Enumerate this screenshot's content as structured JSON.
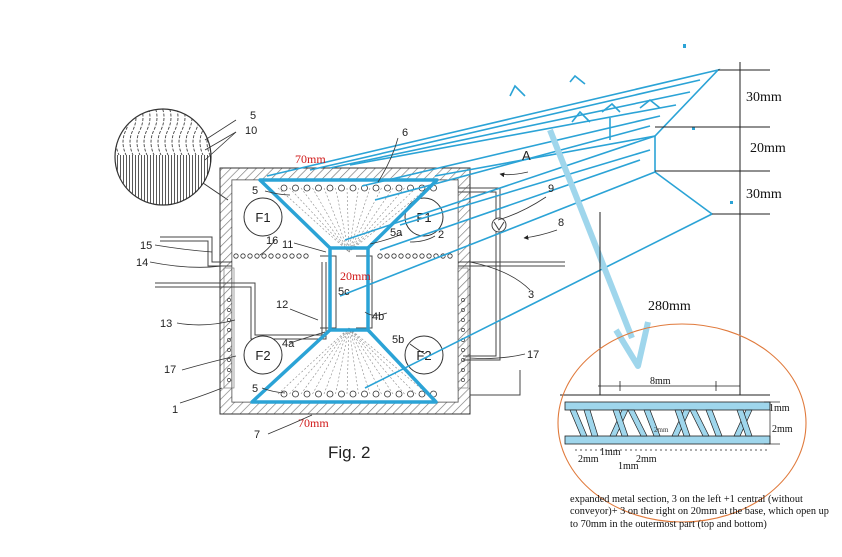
{
  "figure": {
    "caption": "Fig. 2",
    "chamber_labels": [
      "F1",
      "F1",
      "F2",
      "F2"
    ],
    "section_letter": "A",
    "reference_numbers": [
      "5",
      "10",
      "6",
      "9",
      "5",
      "2",
      "5a",
      "16",
      "15",
      "14",
      "11",
      "3",
      "12",
      "5c",
      "13",
      "4b",
      "4a",
      "5b",
      "17",
      "17",
      "5",
      "1",
      "7",
      "8"
    ]
  },
  "overlay_dimensions": {
    "top_opening": "70mm",
    "center_gap": "20mm",
    "bottom_opening": "70mm",
    "right_stack": [
      "30mm",
      "20mm",
      "30mm"
    ],
    "length": "280mm"
  },
  "section_detail": {
    "width": "8mm",
    "dims": [
      "1mm",
      "2mm",
      "2mm",
      "1mm",
      "2mm",
      "2mm",
      "1mm"
    ]
  },
  "note": "expanded metal section, 3 on the left +1 central (without conveyor)+ 3 on the right on 20mm at the base, which open up to 70mm in the outermost part (top and bottom)",
  "colors": {
    "overlay_blue": "#2ba3d6",
    "light_blue": "#9fd6ec",
    "red_label": "#d01818",
    "ellipse": "#e07a3c"
  }
}
